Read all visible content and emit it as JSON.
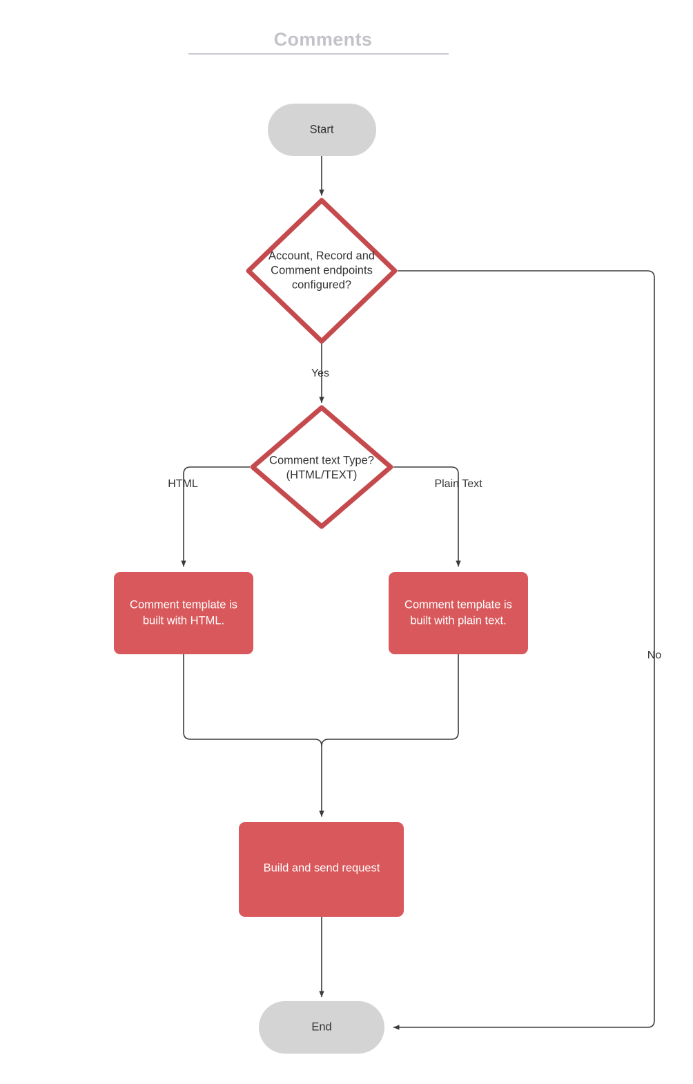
{
  "diagram": {
    "title": "Comments",
    "type": "flowchart",
    "colors": {
      "title_text": "#c2c3c9",
      "terminator_fill": "#d4d4d4",
      "decision_stroke": "#c54a4d",
      "process_fill": "#d9585b",
      "process_text": "#ffffff",
      "node_text": "#333333",
      "connector": "#3b3b3b",
      "background": "#ffffff"
    },
    "nodes": [
      {
        "id": "start",
        "shape": "terminator",
        "label": "Start",
        "lines": [
          "Start"
        ]
      },
      {
        "id": "decision-endpoints",
        "shape": "decision",
        "label": "Account, Record and Comment endpoints configured?",
        "lines": [
          "Account, Record and",
          "Comment endpoints",
          "configured?"
        ]
      },
      {
        "id": "decision-text-type",
        "shape": "decision",
        "label": "Comment text Type? (HTML/TEXT)",
        "lines": [
          "Comment text Type?",
          "(HTML/TEXT)"
        ]
      },
      {
        "id": "process-html",
        "shape": "process",
        "label": "Comment  template is built with HTML.",
        "lines": [
          "Comment  template is",
          "built with HTML."
        ]
      },
      {
        "id": "process-plain-text",
        "shape": "process",
        "label": "Comment  template is built with plain text.",
        "lines": [
          "Comment  template is",
          "built with plain text."
        ]
      },
      {
        "id": "process-build-send",
        "shape": "process",
        "label": "Build and send request",
        "lines": [
          "Build and send request"
        ]
      },
      {
        "id": "end",
        "shape": "terminator",
        "label": "End",
        "lines": [
          "End"
        ]
      }
    ],
    "edges": [
      {
        "id": "start-to-decision",
        "from": "start",
        "to": "decision-endpoints",
        "label": ""
      },
      {
        "id": "endpoints-yes",
        "from": "decision-endpoints",
        "to": "decision-text-type",
        "label": "Yes"
      },
      {
        "id": "endpoints-no",
        "from": "decision-endpoints",
        "to": "end",
        "label": "No"
      },
      {
        "id": "type-html",
        "from": "decision-text-type",
        "to": "process-html",
        "label": "HTML"
      },
      {
        "id": "type-plain",
        "from": "decision-text-type",
        "to": "process-plain-text",
        "label": "Plain Text"
      },
      {
        "id": "html-to-build",
        "from": "process-html",
        "to": "process-build-send",
        "label": ""
      },
      {
        "id": "plain-to-build",
        "from": "process-plain-text",
        "to": "process-build-send",
        "label": ""
      },
      {
        "id": "build-to-end",
        "from": "process-build-send",
        "to": "end",
        "label": ""
      }
    ]
  }
}
